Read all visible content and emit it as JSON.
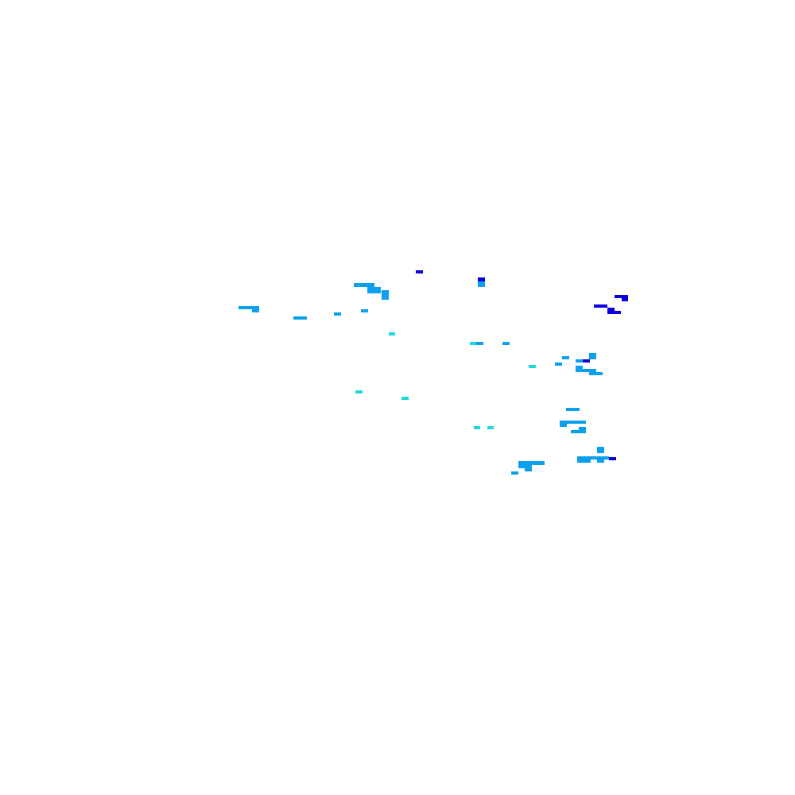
{
  "map": {
    "colors": {
      "background": "#ffffff",
      "light": "#1ed8dc",
      "medium": "#0aa0ee",
      "dark": "#0a00dc"
    },
    "layers": [
      {
        "name": "light-cells",
        "color_key": "light"
      },
      {
        "name": "medium-cells",
        "color_key": "medium"
      },
      {
        "name": "dark-cells",
        "color_key": "dark"
      }
    ]
  }
}
